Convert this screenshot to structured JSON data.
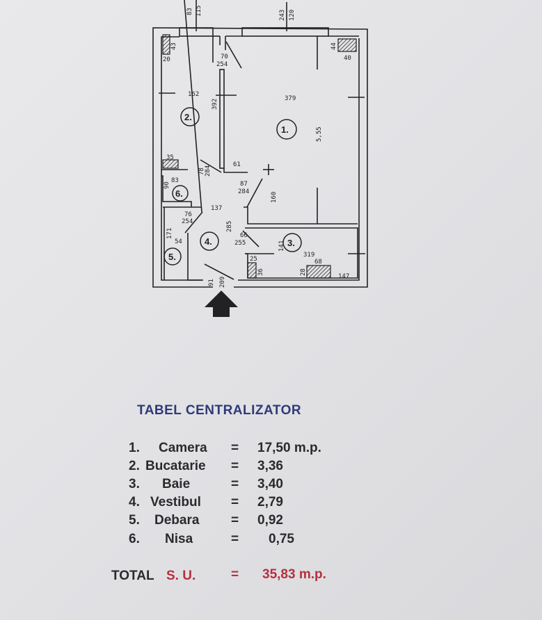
{
  "plan": {
    "dims": {
      "d83a": "83",
      "d115": "115",
      "d243": "243",
      "d120": "120",
      "d43": "43",
      "d20": "20",
      "d70": "70",
      "d254a": "254",
      "d44": "44",
      "d40": "40",
      "d162": "162",
      "d392": "392",
      "d379": "379",
      "d555": "5,55",
      "d35": "35",
      "d78": "78",
      "d284a": "284",
      "d61": "61",
      "d83b": "83",
      "d90": "90",
      "d87": "87",
      "d284b": "284",
      "d160": "160",
      "d137": "137",
      "d76": "76",
      "d254b": "254",
      "d285": "285",
      "d66": "66",
      "d255": "255",
      "d171": "171",
      "d54": "54",
      "d141": "141",
      "d319": "319",
      "d68": "68",
      "d25": "25",
      "d36": "36",
      "d28": "28",
      "d147": "147",
      "d91": "91",
      "d209": "209"
    },
    "rooms": [
      "1.",
      "2.",
      "3.",
      "4.",
      "5.",
      "6."
    ],
    "entrance_icon": "arrow-up-icon"
  },
  "table": {
    "title": "TABEL  CENTRALIZATOR",
    "rows": [
      {
        "no": "1.",
        "name": "Camera",
        "eq": "=",
        "value": "17,50 m.p."
      },
      {
        "no": "2.",
        "name": "Bucatarie",
        "eq": "=",
        "value": "3,36"
      },
      {
        "no": "3.",
        "name": "Baie",
        "eq": "=",
        "value": "3,40"
      },
      {
        "no": "4.",
        "name": "Vestibul",
        "eq": "=",
        "value": "2,79"
      },
      {
        "no": "5.",
        "name": "Debara",
        "eq": "=",
        "value": "0,92"
      },
      {
        "no": "6.",
        "name": "Nisa",
        "eq": "=",
        "value": "0,75"
      }
    ],
    "total": {
      "label": "TOTAL",
      "label2": "S. U.",
      "eq": "=",
      "value": "35,83 m.p."
    }
  },
  "colors": {
    "title": "#2e3a78",
    "total_red": "#b5303e",
    "ink": "#222222"
  }
}
